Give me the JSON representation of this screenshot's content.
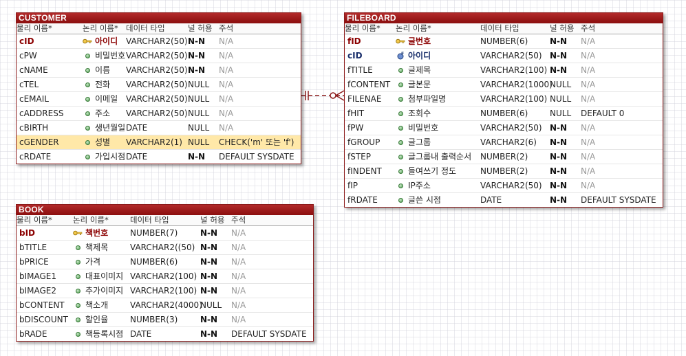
{
  "entities": {
    "customer": {
      "title": "CUSTOMER",
      "headers": [
        "물리 이름*",
        "논리 이름*",
        "데이터 타입",
        "널 허용",
        "주석"
      ],
      "rows": [
        {
          "phys": "cID",
          "logical": "아이디",
          "type": "VARCHAR2(50)",
          "null": "N-N",
          "comment": "N/A",
          "key": "pk"
        },
        {
          "phys": "cPW",
          "logical": "비밀번호",
          "type": "VARCHAR2(50)",
          "null": "N-N",
          "comment": "N/A",
          "key": "none"
        },
        {
          "phys": "cNAME",
          "logical": "이름",
          "type": "VARCHAR2(50)",
          "null": "N-N",
          "comment": "N/A",
          "key": "none"
        },
        {
          "phys": "cTEL",
          "logical": "전화",
          "type": "VARCHAR2(50)",
          "null": "NULL",
          "comment": "N/A",
          "key": "none"
        },
        {
          "phys": "cEMAIL",
          "logical": "이메일",
          "type": "VARCHAR2(50)",
          "null": "NULL",
          "comment": "N/A",
          "key": "none"
        },
        {
          "phys": "cADDRESS",
          "logical": "주소",
          "type": "VARCHAR2(50)",
          "null": "NULL",
          "comment": "N/A",
          "key": "none"
        },
        {
          "phys": "cBIRTH",
          "logical": "생년월일",
          "type": "DATE",
          "null": "NULL",
          "comment": "N/A",
          "key": "none"
        },
        {
          "phys": "cGENDER",
          "logical": "성별",
          "type": "VARCHAR2(1)",
          "null": "NULL",
          "comment": "CHECK('m' 또는 'f')",
          "key": "none",
          "highlight": true
        },
        {
          "phys": "cRDATE",
          "logical": "가입시점",
          "type": "DATE",
          "null": "N-N",
          "comment": "DEFAULT SYSDATE",
          "key": "none"
        }
      ]
    },
    "fileboard": {
      "title": "FILEBOARD",
      "headers": [
        "물리 이름*",
        "논리 이름*",
        "데이터 타입",
        "널 허용",
        "주석"
      ],
      "rows": [
        {
          "phys": "fID",
          "logical": "글번호",
          "type": "NUMBER(6)",
          "null": "N-N",
          "comment": "N/A",
          "key": "pk"
        },
        {
          "phys": "cID",
          "logical": "아이디",
          "type": "VARCHAR2(50)",
          "null": "N-N",
          "comment": "N/A",
          "key": "fk"
        },
        {
          "phys": "fTITLE",
          "logical": "글제목",
          "type": "VARCHAR2(100)",
          "null": "N-N",
          "comment": "N/A",
          "key": "none"
        },
        {
          "phys": "fCONTENT",
          "logical": "글본문",
          "type": "VARCHAR2(1000)",
          "null": "NULL",
          "comment": "N/A",
          "key": "none"
        },
        {
          "phys": "FILENAE",
          "logical": "첨부파일명",
          "type": "VARCHAR2(100)",
          "null": "NULL",
          "comment": "N/A",
          "key": "none"
        },
        {
          "phys": "fHIT",
          "logical": "조회수",
          "type": "NUMBER(6)",
          "null": "NULL",
          "comment": "DEFAULT 0",
          "key": "none"
        },
        {
          "phys": "fPW",
          "logical": "비밀번호",
          "type": "VARCHAR2(50)",
          "null": "N-N",
          "comment": "N/A",
          "key": "none"
        },
        {
          "phys": "fGROUP",
          "logical": "글그룹",
          "type": "VARCHAR2(6)",
          "null": "N-N",
          "comment": "N/A",
          "key": "none"
        },
        {
          "phys": "fSTEP",
          "logical": "글그룹내 출력순서",
          "type": "NUMBER(2)",
          "null": "N-N",
          "comment": "N/A",
          "key": "none"
        },
        {
          "phys": "fINDENT",
          "logical": "들여쓰기 정도",
          "type": "NUMBER(2)",
          "null": "N-N",
          "comment": "N/A",
          "key": "none"
        },
        {
          "phys": "fIP",
          "logical": "IP주소",
          "type": "VARCHAR2(50)",
          "null": "N-N",
          "comment": "N/A",
          "key": "none"
        },
        {
          "phys": "fRDATE",
          "logical": "글쓴 시점",
          "type": "DATE",
          "null": "N-N",
          "comment": "DEFAULT SYSDATE",
          "key": "none"
        }
      ]
    },
    "book": {
      "title": "BOOK",
      "headers": [
        "물리 이름*",
        "논리 이름*",
        "데이터 타입",
        "널 허용",
        "주석"
      ],
      "rows": [
        {
          "phys": "bID",
          "logical": "책번호",
          "type": "NUMBER(7)",
          "null": "N-N",
          "comment": "N/A",
          "key": "pk"
        },
        {
          "phys": "bTITLE",
          "logical": "책제목",
          "type": "VARCHAR2((50)",
          "null": "N-N",
          "comment": "N/A",
          "key": "none"
        },
        {
          "phys": "bPRICE",
          "logical": "가격",
          "type": "NUMBER(6)",
          "null": "N-N",
          "comment": "N/A",
          "key": "none"
        },
        {
          "phys": "bIMAGE1",
          "logical": "대표이미지",
          "type": "VARCHAR2(100)",
          "null": "N-N",
          "comment": "N/A",
          "key": "none"
        },
        {
          "phys": "bIMAGE2",
          "logical": "추가이미지",
          "type": "VARCHAR2(100)",
          "null": "N-N",
          "comment": "N/A",
          "key": "none"
        },
        {
          "phys": "bCONTENT",
          "logical": "책소개",
          "type": "VARCHAR2(4000)",
          "null": "NULL",
          "comment": "N/A",
          "key": "none"
        },
        {
          "phys": "bDISCOUNT",
          "logical": "할인율",
          "type": "NUMBER(3)",
          "null": "N-N",
          "comment": "N/A",
          "key": "none"
        },
        {
          "phys": "bRADE",
          "logical": "책등록시점",
          "type": "DATE",
          "null": "N-N",
          "comment": "DEFAULT SYSDATE",
          "key": "none"
        }
      ]
    }
  },
  "colors": {
    "title_bar": "#8a0e0e",
    "primary_key_text": "#8b0000",
    "foreign_key_text": "#1a2f6b",
    "relationship_line": "#8b1a1a",
    "highlight_row": "#ffe8a8"
  },
  "relationship": {
    "from": "CUSTOMER",
    "to": "FILEBOARD",
    "style": "dashed",
    "cardinality": "one-to-many"
  }
}
